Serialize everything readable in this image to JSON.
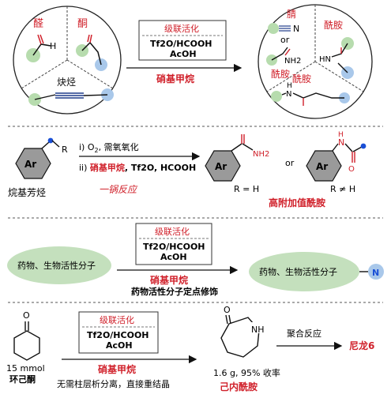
{
  "section1": {
    "aldehyde": "醛",
    "ketone": "酮",
    "alkyne": "炔烃",
    "aldehyde_h": "H",
    "box_title": "级联活化",
    "reagent_line1": "Tf2O/HCOOH",
    "reagent_line2": "AcOH",
    "nitromethane": "硝基甲烷",
    "nitrile": "腈",
    "or": "or",
    "amide": "酰胺",
    "nh2": "NH2",
    "hn": "HN",
    "n": "N",
    "h": "H"
  },
  "section2": {
    "substrate_label": "烷基芳烃",
    "ar": "Ar",
    "r": "R",
    "step1_prefix": "i) O",
    "step1_sub": "2",
    "step1_suffix": ", 需氧氧化",
    "step2_prefix": "ii)",
    "step2_red": "硝基甲烷",
    "step2_suffix": ", Tf2O, HCOOH",
    "one_pot": "一锅反应",
    "r_eq_h": "R = H",
    "or": "or",
    "r_neq_h": "R ≠ H",
    "product_label": "高附加值酰胺",
    "nh2": "NH2",
    "n": "N",
    "h": "H",
    "o": "O"
  },
  "section3": {
    "box_title": "级联活化",
    "reagent_line1": "Tf2O/HCOOH",
    "reagent_line2": "AcOH",
    "left_label": "药物、生物活性分子",
    "nitromethane": "硝基甲烷",
    "caption": "药物活性分子定点修饰",
    "right_label": "药物、生物活性分子",
    "n": "N"
  },
  "section4": {
    "o": "O",
    "amount": "15 mmol",
    "substrate": "环己酮",
    "box_title": "级联活化",
    "reagent_line1": "Tf2O/HCOOH",
    "reagent_line2": "AcOH",
    "nitromethane": "硝基甲烷",
    "caption": "无需柱层析分离，直接重结晶",
    "nh": "NH",
    "yield": "1.6 g, 95% 收率",
    "product": "己内酰胺",
    "polymerization": "聚合反应",
    "final": "尼龙6"
  },
  "colors": {
    "green": "#b7dcae",
    "blue": "#a9c8ea",
    "red_text": "#d0202a",
    "navy": "#1f3b8a",
    "blue_n": "#1a4fd6",
    "ellipse_green": "#c4e0bd",
    "box_border": "#333333"
  }
}
